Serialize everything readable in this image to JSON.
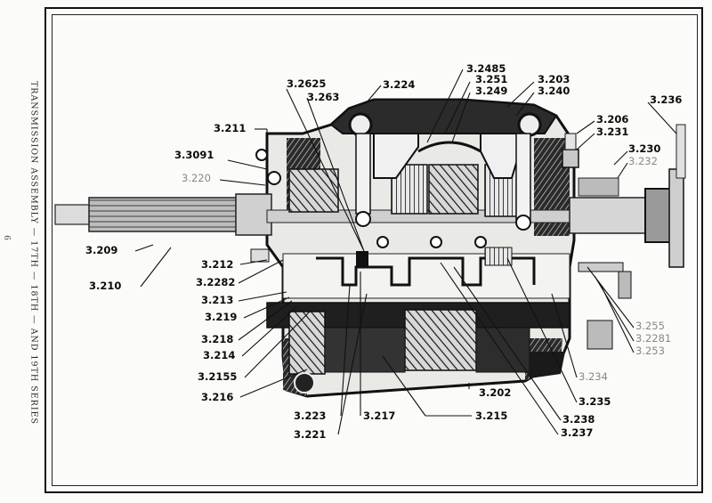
{
  "caption": "TRANSMISSION ASSEMBLY — 17TH — 18TH — AND 19TH SERIES",
  "page_number": "6",
  "labels": {
    "l3209": "3.209",
    "l3210": "3.210",
    "l3211": "3.211",
    "l3091": "3.3091",
    "l3220": "3.220",
    "l3212": "3.212",
    "l32282": "3.2282",
    "l3213": "3.213",
    "l3219": "3.219",
    "l3218": "3.218",
    "l3214": "3.214",
    "l32155": "3.2155",
    "l3216": "3.216",
    "l3223": "3.223",
    "l3221": "3.221",
    "l3217": "3.217",
    "l3215": "3.215",
    "l3202": "3.202",
    "l32625": "3.2625",
    "l3263": "3.263",
    "l3224": "3.224",
    "l32485": "3.2485",
    "l3251": "3.251",
    "l3249": "3.249",
    "l3203": "3.203",
    "l3240": "3.240",
    "l3236": "3.236",
    "l3206": "3.206",
    "l3231": "3.231",
    "l3230": "3.230",
    "l3232": "3.232",
    "l3255": "3.255",
    "l32281": "3.2281",
    "l3253": "3.253",
    "l3234": "3.234",
    "l3235": "3.235",
    "l3238": "3.238",
    "l3237": "3.237"
  }
}
